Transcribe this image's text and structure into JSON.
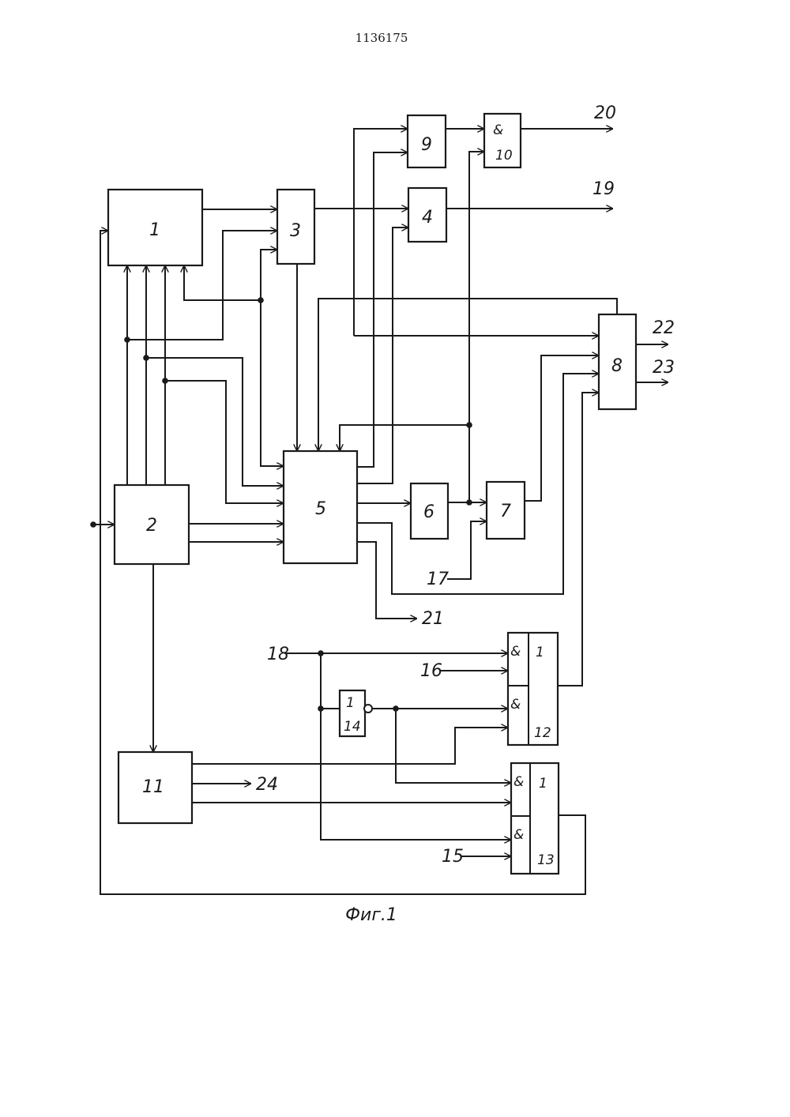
{
  "header": {
    "patent_number": "1136175"
  },
  "caption": "Фиг.1",
  "blocks": {
    "b1": "1",
    "b2": "2",
    "b3": "3",
    "b4": "4",
    "b5": "5",
    "b6": "6",
    "b7": "7",
    "b8": "8",
    "b9": "9",
    "b10": "10",
    "b11": "11",
    "b12": "12",
    "b13": "13",
    "b14": "14"
  },
  "gates": {
    "and_symbol": "&",
    "or_symbol": "1",
    "not_symbol": "1"
  },
  "terminals": {
    "t15": "15",
    "t16": "16",
    "t17": "17",
    "t18": "18",
    "t19": "19",
    "t20": "20",
    "t21": "21",
    "t22": "22",
    "t23": "23",
    "t24": "24"
  }
}
